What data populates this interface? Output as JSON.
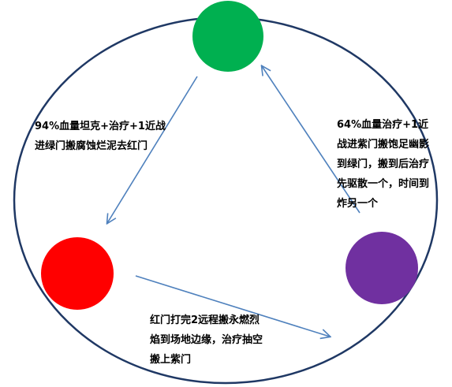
{
  "colors": {
    "outer_ring": "#1f3864",
    "arrow": "#4f81bd",
    "green": "#00b050",
    "red": "#ff0000",
    "purple": "#7030a0"
  },
  "notes": {
    "left": {
      "lines": [
        "94%血量坦克+治疗+1近战",
        "进绿门搬腐蚀烂泥去红门"
      ]
    },
    "right": {
      "lines": [
        "64%血量治疗+1近",
        "战进紫门搬饱足幽影",
        "到绿门，搬到后治疗",
        "先驱散一个，时间到",
        "炸另一个"
      ]
    },
    "bottom": {
      "lines": [
        "红门打完2远程搬永燃烈",
        "焰到场地边缘，治疗抽空",
        "搬上紫门"
      ]
    }
  }
}
